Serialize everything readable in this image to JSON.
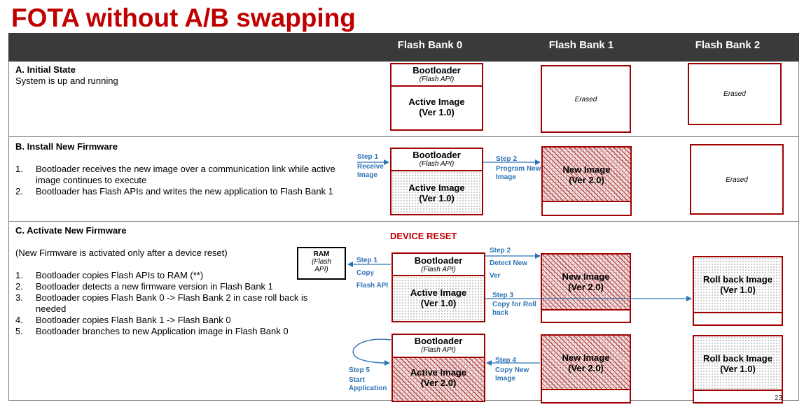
{
  "title": "FOTA without A/B swapping",
  "columns": [
    "Flash Bank 0",
    "Flash Bank 1",
    "Flash Bank 2"
  ],
  "labels": {
    "bootloader": "Bootloader",
    "flash_api": "(Flash API)",
    "active_image": "Active Image",
    "new_image": "New Image",
    "rollback_image": "Roll back Image",
    "ver1": "(Ver 1.0)",
    "ver2": "(Ver 2.0)",
    "erased": "Erased",
    "ram": "RAM",
    "ram_api_1": "(Flash",
    "ram_api_2": "API)",
    "device_reset": "DEVICE RESET",
    "page_number": "23"
  },
  "section_a": {
    "title": "A. Initial State",
    "subtitle": "System is up and running"
  },
  "section_b": {
    "title": "B. Install New Firmware",
    "items": [
      {
        "num": "1.",
        "text": "Bootloader receives the new image over a communication link while active image continues to execute"
      },
      {
        "num": "2.",
        "text": "Bootloader has Flash APIs and writes the new application to Flash Bank 1"
      }
    ],
    "steps": {
      "s1_title": "Step 1",
      "s1_l1": "Receive",
      "s1_l2": "Image",
      "s2_title": "Step 2",
      "s2_l1": "Program New",
      "s2_l2": "Image"
    }
  },
  "section_c": {
    "title": "C. Activate New Firmware",
    "note": "(New Firmware is activated only after a device reset)",
    "items": [
      {
        "num": "1.",
        "text": "Bootloader copies Flash APIs to RAM (**)"
      },
      {
        "num": "2.",
        "text": "Bootloader detects a new firmware version in Flash Bank 1"
      },
      {
        "num": "3.",
        "text": "Bootloader copies Flash Bank 0 -> Flash Bank 2 in case roll back is needed"
      },
      {
        "num": "4.",
        "text": "Bootloader copies Flash Bank 1 -> Flash Bank 0"
      },
      {
        "num": "5.",
        "text": "Bootloader branches to new Application image in Flash Bank 0"
      }
    ],
    "steps": {
      "s1_title": "Step 1",
      "s1_l1": "Copy",
      "s1_l2": "Flash API",
      "s2_title": "Step 2",
      "s2_l1": "Detect New",
      "s2_l2": "Ver",
      "s3_title": "Step 3",
      "s3_l1": "Copy for Roll",
      "s3_l2": "back",
      "s4_title": "Step 4",
      "s4_l1": "Copy New",
      "s4_l2": "Image",
      "s5_title": "Step 5",
      "s5_l1": "Start",
      "s5_l2": "Application"
    }
  }
}
